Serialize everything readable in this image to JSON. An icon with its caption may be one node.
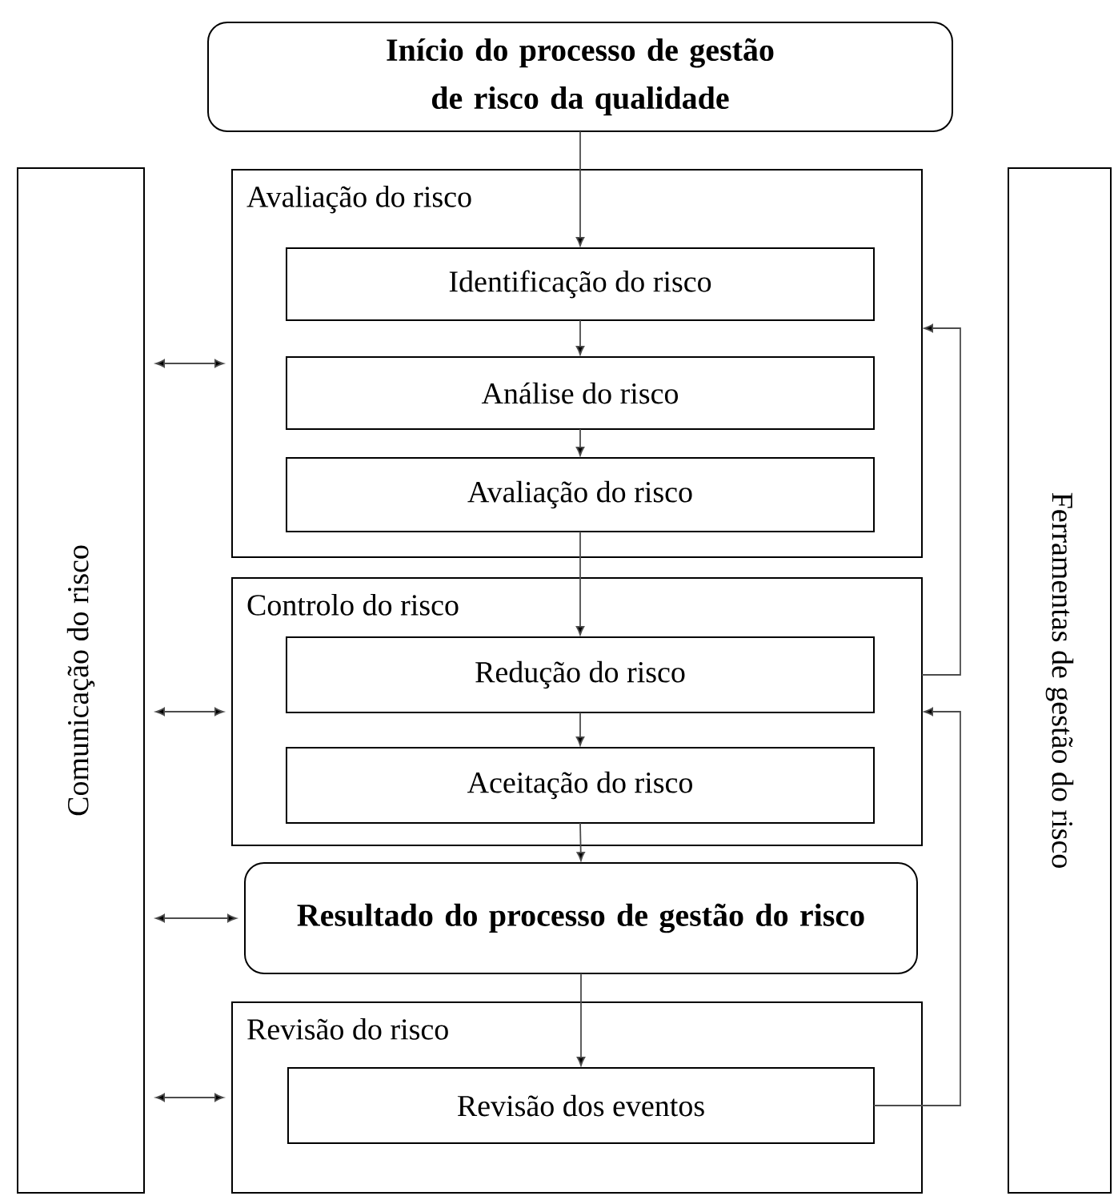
{
  "diagram": {
    "nodes": [
      {
        "text": [
          "Início do processo de gestão de risco da qualidade"
        ]
      },
      {
        "text": [
          "Comunicação do risco"
        ]
      },
      {
        "text": [
          "Avaliação do risco"
        ]
      },
      {
        "text": [
          "Identificação do risco"
        ],
        "in": 2
      },
      {
        "text": [
          "Análise do risco"
        ],
        "in": 2
      },
      {
        "text": [
          "Avaliação do risco"
        ],
        "in": 2
      },
      {
        "text": [
          "Controlo do risco"
        ]
      },
      {
        "text": [
          "Redução do risco"
        ],
        "in": 6
      },
      {
        "text": [
          "Aceitação do risco"
        ],
        "in": 6
      },
      {
        "text": [
          "Resultado do processo de gestão do risco"
        ]
      },
      {
        "text": [
          "Revisão do risco"
        ]
      },
      {
        "text": [
          "Revisão dos eventos"
        ],
        "in": 10
      },
      {
        "text": [
          "Ferramentas de gestão do risco"
        ]
      }
    ],
    "edges": [
      {
        "from": 0,
        "to": 3,
        "arrow": "to"
      },
      {
        "from": 3,
        "to": 4,
        "arrow": "to"
      },
      {
        "from": 4,
        "to": 5,
        "arrow": "to"
      },
      {
        "from": 5,
        "to": 7,
        "arrow": "to"
      },
      {
        "from": 7,
        "to": 8,
        "arrow": "to"
      },
      {
        "from": 8,
        "to": 9,
        "arrow": "to"
      },
      {
        "from": 9,
        "to": 11,
        "arrow": "to"
      },
      {
        "from": 6,
        "to": 2,
        "arrow": "to"
      },
      {
        "from": 11,
        "to": 6,
        "arrow": "to"
      },
      {
        "from": 1,
        "to": 2,
        "arrow": "both"
      },
      {
        "from": 1,
        "to": 6,
        "arrow": "both"
      },
      {
        "from": 1,
        "to": 9,
        "arrow": "both"
      },
      {
        "from": 1,
        "to": 10,
        "arrow": "both"
      }
    ]
  }
}
